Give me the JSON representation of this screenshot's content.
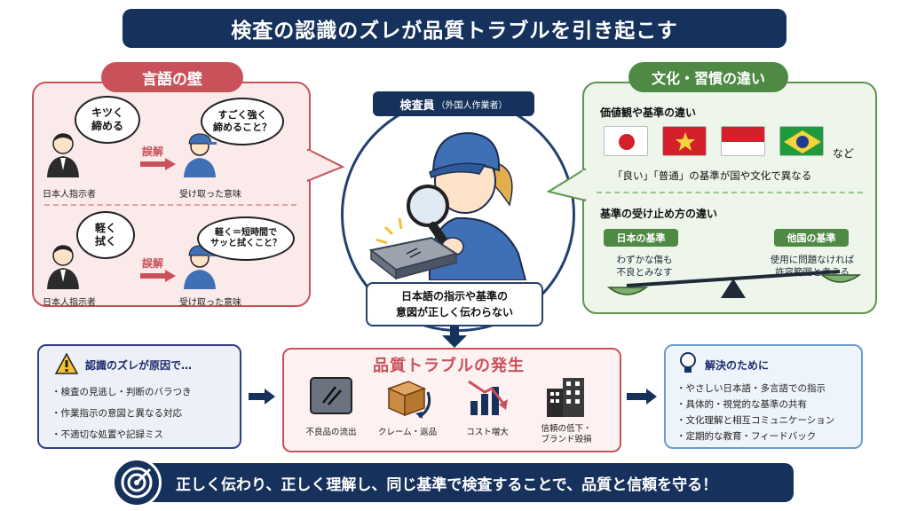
{
  "title": "検査の認識のズレが品質トラブルを引き起こす",
  "language_wall": {
    "header": "言語の壁",
    "rows": [
      {
        "instruction": "キツく\n締める",
        "interpreted": "すごく強く\n締めること？",
        "misunderstanding": "誤解",
        "instructor_label": "日本人指示者",
        "receiver_label": "受け取った意味"
      },
      {
        "instruction": "軽く\n拭く",
        "interpreted": "軽く＝短時間で\nサッと拭くこと？",
        "misunderstanding": "誤解",
        "instructor_label": "日本人指示者",
        "receiver_label": "受け取った意味"
      }
    ]
  },
  "inspector": {
    "label": "検査員",
    "sub_label": "（外国人作業者）",
    "note_line1": "日本語の指示や基準の",
    "note_line2": "意図が正しく伝わらない"
  },
  "culture": {
    "header": "文化・習慣の違い",
    "values_title": "価値観や基準の違い",
    "flags": [
      "japan-flag",
      "vietnam-flag",
      "indonesia-flag",
      "brazil-flag"
    ],
    "flags_suffix": "など",
    "values_caption": "「良い」「普通」の基準が国や文化で異なる",
    "standards_title": "基準の受け止め方の違い",
    "japan_tag": "日本の基準",
    "japan_text": "わずかな傷も\n不良とみなす",
    "other_tag": "他国の基準",
    "other_text": "使用に問題なければ\n許容範囲と考える"
  },
  "cause_box": {
    "title": "認識のズレが原因で…",
    "items": [
      "・検査の見逃し・判断のバラつき",
      "・作業指示の意図と異なる対応",
      "・不適切な処置や記録ミス"
    ]
  },
  "trouble_box": {
    "title": "品質トラブルの発生",
    "items": [
      "不良品の流出",
      "クレーム・返品",
      "コスト増大",
      "信頼の低下・\nブランド毀損"
    ]
  },
  "solution_box": {
    "title": "解決のために",
    "items": [
      "・やさしい日本語・多言語での指示",
      "・具体的・視覚的な基準の共有",
      "・文化理解と相互コミュニケーション",
      "・定期的な教育・フィードバック"
    ]
  },
  "footer": "正しく伝わり、正しく理解し、同じ基準で検査することで、品質と信頼を守る！",
  "colors": {
    "navy": "#16325c",
    "red": "#c9525a",
    "green": "#4e8a44",
    "blue": "#6a9bd1"
  }
}
